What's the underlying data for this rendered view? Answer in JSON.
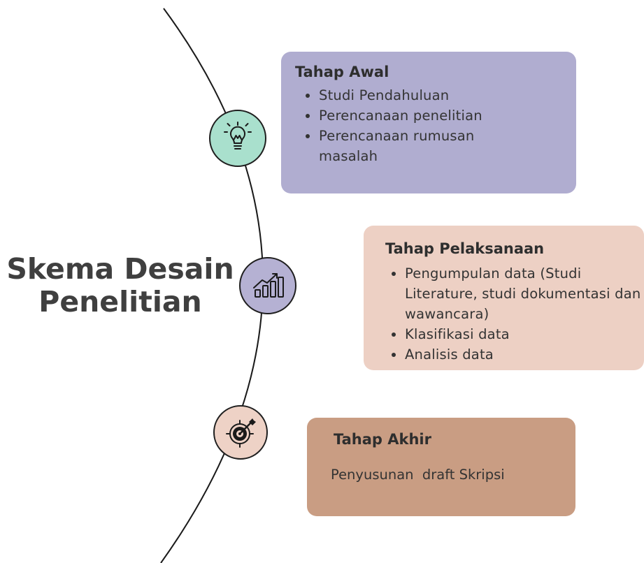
{
  "title": {
    "line1": "Skema Desain",
    "line2": "Penelitian"
  },
  "stages": [
    {
      "heading": "Tahap Awal",
      "items": [
        "Studi Pendahuluan",
        "Perencanaan penelitian",
        "Perencanaan rumusan masalah"
      ],
      "color": "#b0add0",
      "icon": "lightbulb-icon",
      "icon_color": "#a9e0cd"
    },
    {
      "heading": "Tahap Pelaksanaan",
      "items": [
        "Pengumpulan data (Studi Literature, studi dokumentasi dan wawancara)",
        "Klasifikasi data",
        "Analisis data"
      ],
      "color": "#edd0c4",
      "icon": "growth-chart-icon",
      "icon_color": "#b5b1d3"
    },
    {
      "heading": "Tahap Akhir",
      "text": "Penyusunan  draft Skripsi",
      "color": "#c99d83",
      "icon": "target-icon",
      "icon_color": "#eed2c6"
    }
  ]
}
